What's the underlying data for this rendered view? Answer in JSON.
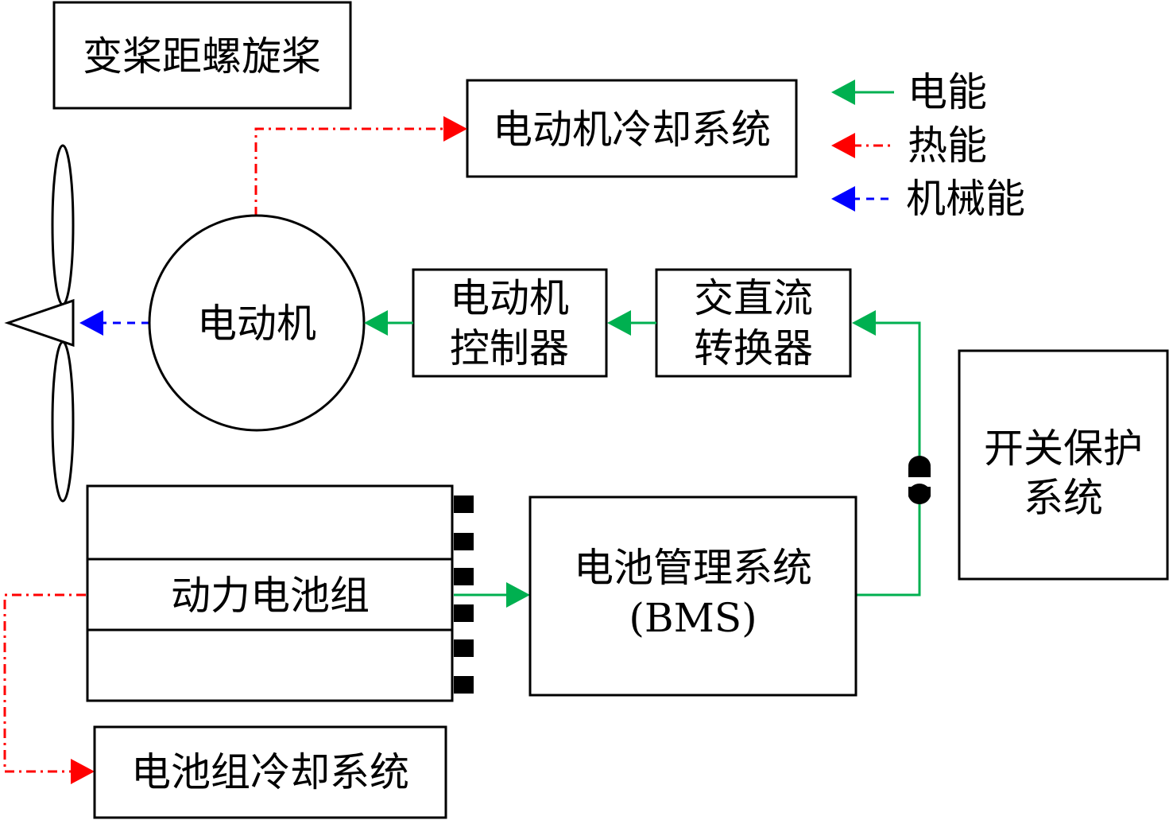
{
  "propeller_label": "变桨距螺旋桨",
  "motor_cooling_label": "电动机冷却系统",
  "legend": {
    "electric": "电能",
    "thermal": "热能",
    "mechanical": "机械能"
  },
  "motor_label": "电动机",
  "controller_label": [
    "电动机",
    "控制器"
  ],
  "converter_label": [
    "交直流",
    "转换器"
  ],
  "switch_label": [
    "开关保护",
    "系统"
  ],
  "battery_pack_label": "动力电池组",
  "bms_label": [
    "电池管理系统",
    "(BMS)"
  ],
  "battery_cooling_label": "电池组冷却系统",
  "colors": {
    "electric": "#00b050",
    "thermal": "#ff0000",
    "mechanical": "#0000ff"
  }
}
